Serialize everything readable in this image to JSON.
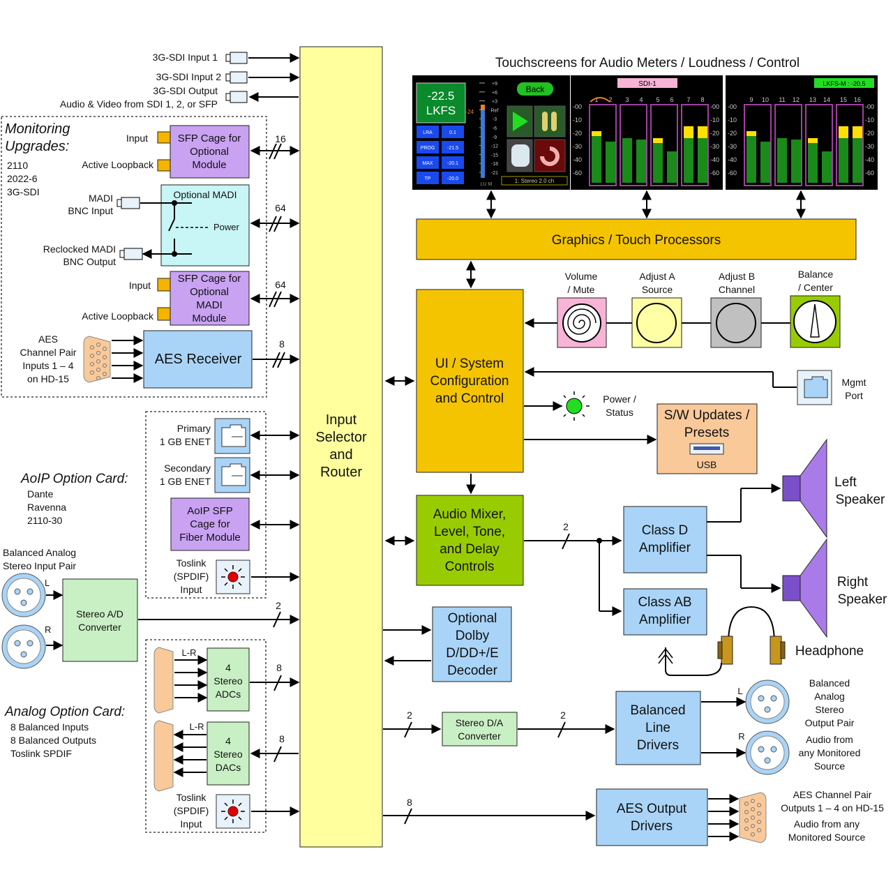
{
  "colors": {
    "yellow": "#f5c400",
    "router": "#ffff9e",
    "purple": "#c9a2f2",
    "blue": "#a9d4f7",
    "green": "#c9f0c5",
    "lime": "#99cc00",
    "salmon": "#f9c99a",
    "pink": "#f7b4d6",
    "paleyellow": "#ffffa6",
    "grey": "#c0c0c0",
    "cyan": "#c8f5f5"
  },
  "title": "Touchscreens for Audio Meters / Loudness / Control",
  "sdi": {
    "in1": "3G-SDI Input 1",
    "in2": "3G-SDI Input 2",
    "out": "3G-SDI Output",
    "av": "Audio & Video from SDI 1, 2, or SFP"
  },
  "monitoring": {
    "title1": "Monitoring",
    "title2": "Upgrades:",
    "std1": "2110",
    "std2": "2022-6",
    "std3": "3G-SDI",
    "input": "Input",
    "loopback": "Active Loopback",
    "sfp1": [
      "SFP Cage for",
      "Optional",
      "Module"
    ],
    "n16": "16",
    "madi_in": [
      "MADI",
      "BNC Input"
    ],
    "madi_box": "Optional MADI",
    "power": "Power",
    "madi_out": [
      "Reclocked MADI",
      "BNC Output"
    ],
    "n64a": "64",
    "input2": "Input",
    "loopback2": "Active Loopback",
    "sfp2": [
      "SFP Cage for",
      "Optional",
      "MADI",
      "Module"
    ],
    "n64b": "64",
    "aes_label": [
      "AES",
      "Channel Pair",
      "Inputs 1 – 4",
      "on HD-15"
    ],
    "aes_rx": "AES Receiver",
    "n8": "8"
  },
  "aoip": {
    "title": "AoIP Option Card:",
    "p1": "Dante",
    "p2": "Ravenna",
    "p3": "2110-30",
    "primary": [
      "Primary",
      "1 GB ENET"
    ],
    "secondary": [
      "Secondary",
      "1 GB ENET"
    ],
    "sfp": [
      "AoIP SFP",
      "Cage for",
      "Fiber Module"
    ],
    "toslink": [
      "Toslink",
      "(SPDIF)",
      "Input"
    ]
  },
  "analog_in": {
    "label1": "Balanced Analog",
    "label2": "Stereo Input Pair",
    "L": "L",
    "R": "R",
    "conv": [
      "Stereo A/D",
      "Converter"
    ],
    "n2": "2"
  },
  "analog_card": {
    "title": "Analog Option Card:",
    "p1": "8 Balanced Inputs",
    "p2": "8 Balanced Outputs",
    "p3": "Toslink SPDIF",
    "lr1": "L-R",
    "adc": [
      "4",
      "Stereo",
      "ADCs"
    ],
    "n8a": "8",
    "lr2": "L-R",
    "dac": [
      "4",
      "Stereo",
      "DACs"
    ],
    "n8b": "8",
    "toslink": [
      "Toslink",
      "(SPDIF)",
      "Input"
    ]
  },
  "router": [
    "Input",
    "Selector",
    "and",
    "Router"
  ],
  "gfx": "Graphics / Touch Processors",
  "knobs": [
    {
      "label": [
        "Volume",
        "/ Mute"
      ]
    },
    {
      "label": [
        "Adjust A",
        "Source"
      ]
    },
    {
      "label": [
        "Adjust B",
        "Channel"
      ]
    },
    {
      "label": [
        "Balance",
        "/ Center"
      ]
    }
  ],
  "ui": [
    "UI / System",
    "Configuration",
    "and Control"
  ],
  "mgmt": [
    "Mgmt",
    "Port"
  ],
  "power_status": [
    "Power /",
    "Status"
  ],
  "sw": {
    "l1": "S/W Updates /",
    "l2": "Presets",
    "usb": "USB"
  },
  "mixer": [
    "Audio Mixer,",
    "Level, Tone,",
    "and Delay",
    "Controls"
  ],
  "n2mix": "2",
  "classd": [
    "Class D",
    "Amplifier"
  ],
  "classab": [
    "Class AB",
    "Amplifier"
  ],
  "left": [
    "Left",
    "Speaker"
  ],
  "right": [
    "Right",
    "Speaker"
  ],
  "headphone": "Headphone",
  "dolby": [
    "Optional",
    "Dolby",
    "D/DD+/E",
    "Decoder"
  ],
  "da": {
    "label": [
      "Stereo D/A",
      "Converter"
    ],
    "n2a": "2",
    "n2b": "2"
  },
  "bal": {
    "label": [
      "Balanced",
      "Line",
      "Drivers"
    ],
    "L": "L",
    "R": "R",
    "out": [
      "Balanced",
      "Analog",
      "Stereo",
      "Output Pair"
    ],
    "src": [
      "Audio from",
      "any Monitored",
      "Source"
    ]
  },
  "aesout": {
    "label": [
      "AES Output",
      "Drivers"
    ],
    "n8": "8",
    "t1": [
      "AES Channel Pair",
      "Outputs 1 – 4  on HD-15"
    ],
    "t2": [
      "Audio from any",
      "Monitored Source"
    ]
  },
  "screen1": {
    "value": "-22.5",
    "unit": "LKFS",
    "rows": [
      [
        "LRA",
        "0.1"
      ],
      [
        "PROG",
        "-21.5"
      ],
      [
        "MAX",
        "-20.1"
      ],
      [
        "TP",
        "-20.0"
      ]
    ],
    "back": "Back",
    "scale": [
      "+9",
      "+6",
      "+3",
      "Ref",
      "-3",
      "-6",
      "-9",
      "-12",
      "-15",
      "-18",
      "-21"
    ],
    "ref": "-24",
    "foot": "1: Stereo 2.0 ch",
    "lu": "LU M"
  },
  "screen2": {
    "tab": "SDI-1",
    "chans": [
      "1",
      "2",
      "3",
      "4",
      "5",
      "6",
      "7",
      "8"
    ],
    "ticks": [
      "-00",
      "-10",
      "-20",
      "-30",
      "-40",
      "-60"
    ]
  },
  "screen3": {
    "tab": "LKFS-M : -20.5",
    "chans": [
      "9",
      "10",
      "11",
      "12",
      "13",
      "14",
      "15",
      "16"
    ],
    "ticks": [
      "-00",
      "-10",
      "-20",
      "-30",
      "-40",
      "-60"
    ]
  }
}
